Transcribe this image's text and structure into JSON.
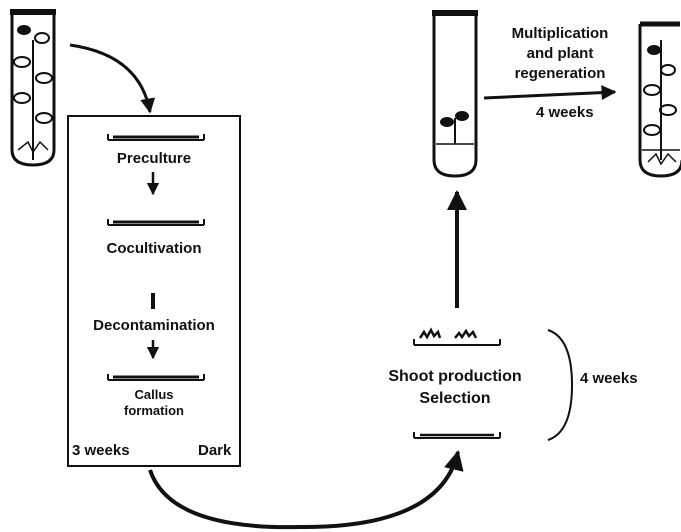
{
  "colors": {
    "ink": "#111111",
    "background": "#ffffff"
  },
  "box_steps": [
    {
      "label": "Preculture"
    },
    {
      "label": "Cocultivation"
    },
    {
      "label": "Decontamination"
    },
    {
      "label": "Callus",
      "label2": "formation"
    }
  ],
  "box_footer": {
    "duration": "3 weeks",
    "condition": "Dark"
  },
  "selection": {
    "line1": "Shoot production",
    "line2": "Selection",
    "duration": "4 weeks"
  },
  "regeneration": {
    "line1": "Multiplication",
    "line2": "and plant",
    "line3": "regeneration",
    "duration": "4 weeks"
  }
}
